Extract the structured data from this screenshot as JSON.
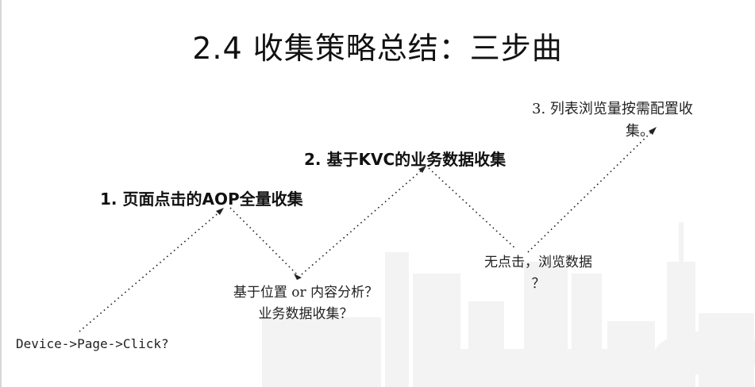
{
  "slide": {
    "title": "2.4 收集策略总结：三步曲"
  },
  "steps": [
    {
      "label": "1. 页面点击的AOP全量收集"
    },
    {
      "label": "2. 基于KVC的业务数据收集"
    },
    {
      "line1": "3.  列表浏览量按需配置收",
      "line2": "集。"
    }
  ],
  "notes": {
    "start": "Device->Page->Click?",
    "valley1_line1": "基于位置 or 内容分析？",
    "valley1_line2": "业务数据收集？",
    "valley2_line1": "无点击，浏览数据",
    "valley2_line2": "？"
  },
  "colors": {
    "text": "#111111",
    "dots": "#222222",
    "watermark": "#f2f2f2"
  }
}
